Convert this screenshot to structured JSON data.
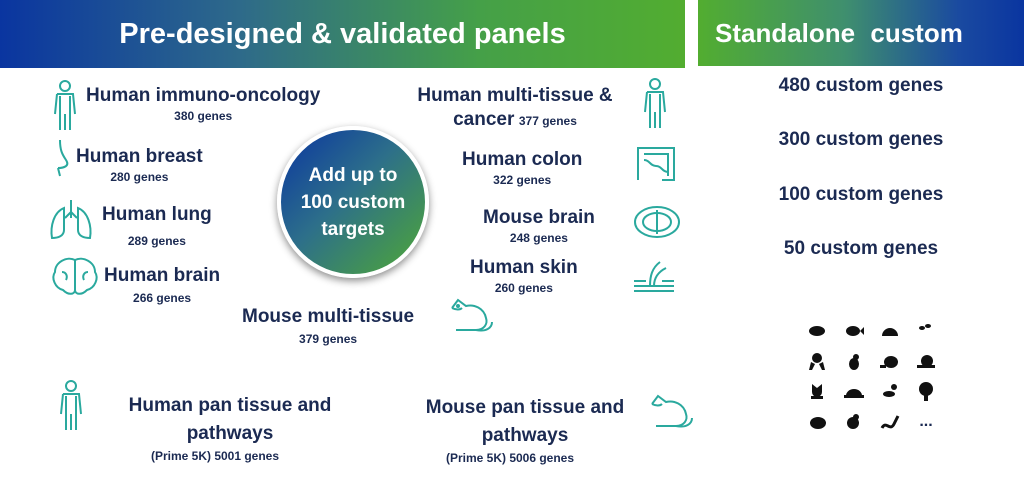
{
  "header": {
    "left_title": "Pre-designed & validated panels",
    "right_title": "Standalone custom"
  },
  "center": {
    "label": "Add up to 100 custom targets"
  },
  "panels": [
    {
      "name": "Human immuno-oncology",
      "genes": "380 genes",
      "icon": "human-body-icon"
    },
    {
      "name": "Human breast",
      "genes": "280 genes",
      "icon": "breast-icon"
    },
    {
      "name": "Human lung",
      "genes": "289 genes",
      "icon": "lung-icon"
    },
    {
      "name": "Human brain",
      "genes": "266 genes",
      "icon": "brain-icon"
    },
    {
      "name": "Mouse multi-tissue",
      "genes": "379 genes",
      "icon": "mouse-icon"
    },
    {
      "name": "Human multi-tissue &",
      "name2": "cancer",
      "genes": "377 genes",
      "icon": "human-body-icon"
    },
    {
      "name": "Human colon",
      "genes": "322 genes",
      "icon": "colon-icon"
    },
    {
      "name": "Mouse brain",
      "genes": "248 genes",
      "icon": "mouse-brain-icon"
    },
    {
      "name": "Human skin",
      "genes": "260 genes",
      "icon": "skin-icon"
    }
  ],
  "pan": [
    {
      "name1": "Human pan tissue and",
      "name2": "pathways",
      "genes": "(Prime 5K) 5001 genes",
      "icon": "human-body-icon"
    },
    {
      "name1": "Mouse pan tissue and",
      "name2": "pathways",
      "genes": "(Prime 5K) 5006 genes",
      "icon": "mouse-icon"
    }
  ],
  "custom": [
    "480 custom genes",
    "300 custom genes",
    "100 custom genes",
    "50 custom genes"
  ],
  "organisms": {
    "icons": [
      "chameleon",
      "clownfish",
      "shell",
      "plant",
      "octopus",
      "monkey",
      "beaver",
      "snail",
      "tulip",
      "turtle",
      "scorpion",
      "tree",
      "frog",
      "rooster",
      "snake"
    ],
    "more": "..."
  }
}
